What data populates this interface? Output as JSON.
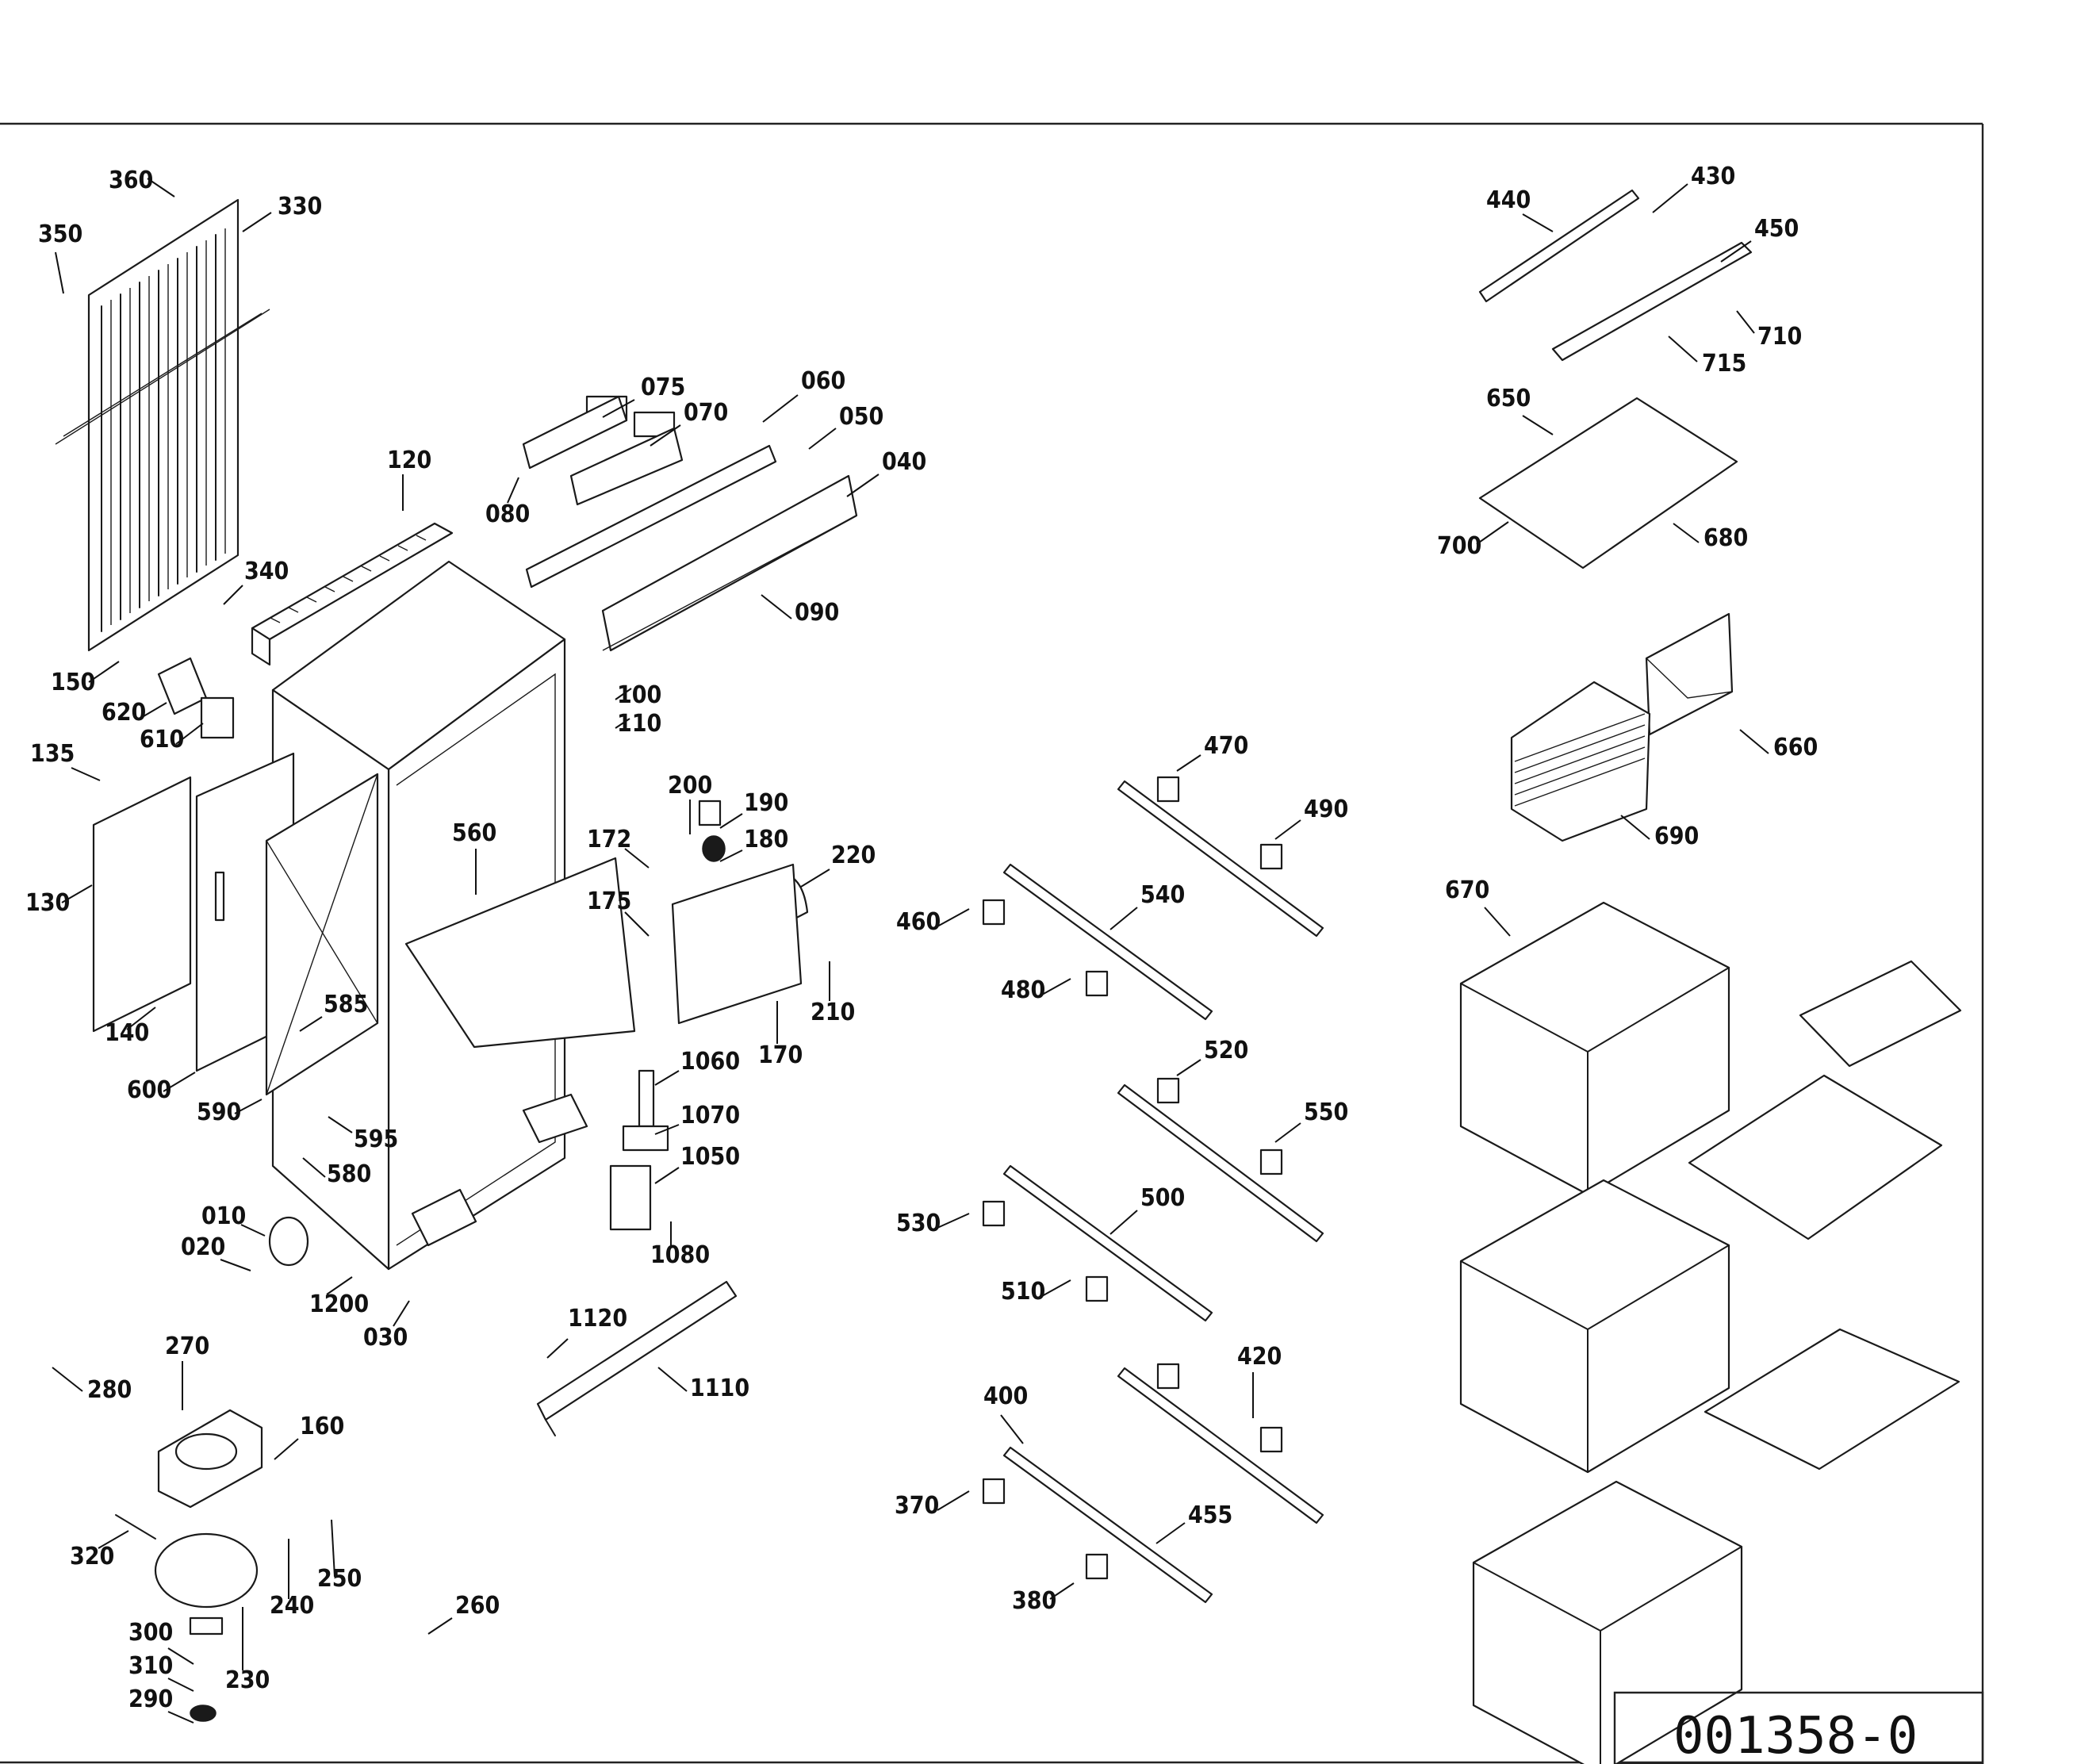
{
  "document_number": "001358-0",
  "callouts": [
    "360",
    "330",
    "350",
    "075",
    "060",
    "070",
    "050",
    "040",
    "080",
    "120",
    "340",
    "090",
    "150",
    "620",
    "610",
    "100",
    "110",
    "135",
    "560",
    "200",
    "190",
    "172",
    "180",
    "220",
    "130",
    "175",
    "585",
    "140",
    "600",
    "170",
    "210",
    "590",
    "595",
    "580",
    "1060",
    "1070",
    "1050",
    "010",
    "020",
    "1080",
    "1200",
    "030",
    "1120",
    "280",
    "270",
    "1110",
    "160",
    "320",
    "250",
    "240",
    "260",
    "300",
    "310",
    "230",
    "290",
    "470",
    "490",
    "540",
    "460",
    "480",
    "520",
    "550",
    "500",
    "530",
    "510",
    "420",
    "400",
    "370",
    "455",
    "380",
    "440",
    "430",
    "450",
    "710",
    "715",
    "650",
    "700",
    "680",
    "660",
    "690",
    "670"
  ]
}
